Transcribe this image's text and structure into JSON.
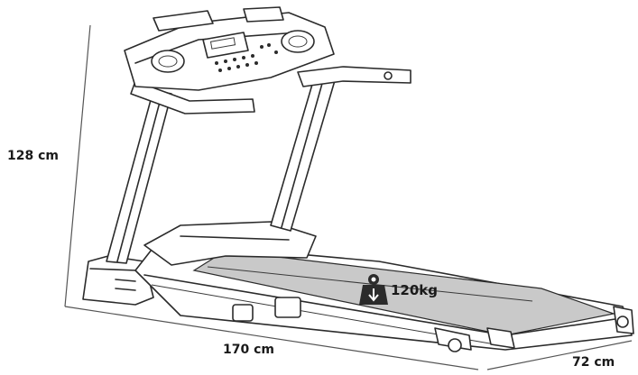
{
  "dimensions": {
    "height": "128 cm",
    "length": "170 cm",
    "width": "72 cm"
  },
  "max_user_weight": "120kg",
  "icons": {
    "weight": "weight-icon"
  }
}
